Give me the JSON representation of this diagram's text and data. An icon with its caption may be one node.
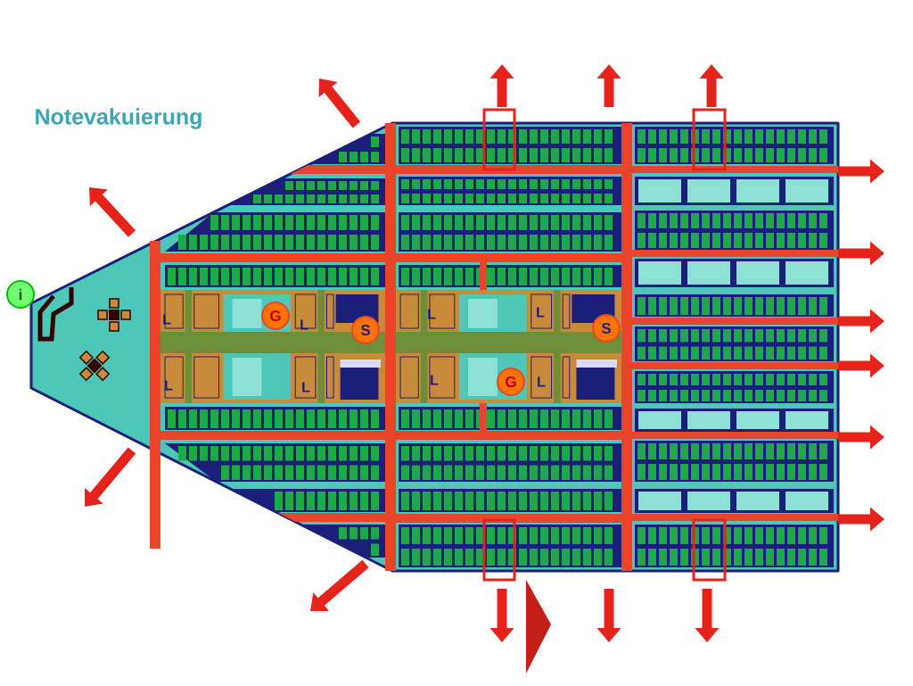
{
  "diagram": {
    "title": "Notevakuierung",
    "nodes": [
      {
        "text": [
          "i"
        ]
      },
      {
        "text": [
          "G"
        ]
      },
      {
        "text": [
          "S"
        ]
      },
      {
        "text": [
          "S"
        ]
      },
      {
        "text": [
          "G"
        ]
      }
    ],
    "labels": [
      "L",
      "L",
      "L",
      "L",
      "L",
      "L",
      "L",
      "L"
    ]
  }
}
